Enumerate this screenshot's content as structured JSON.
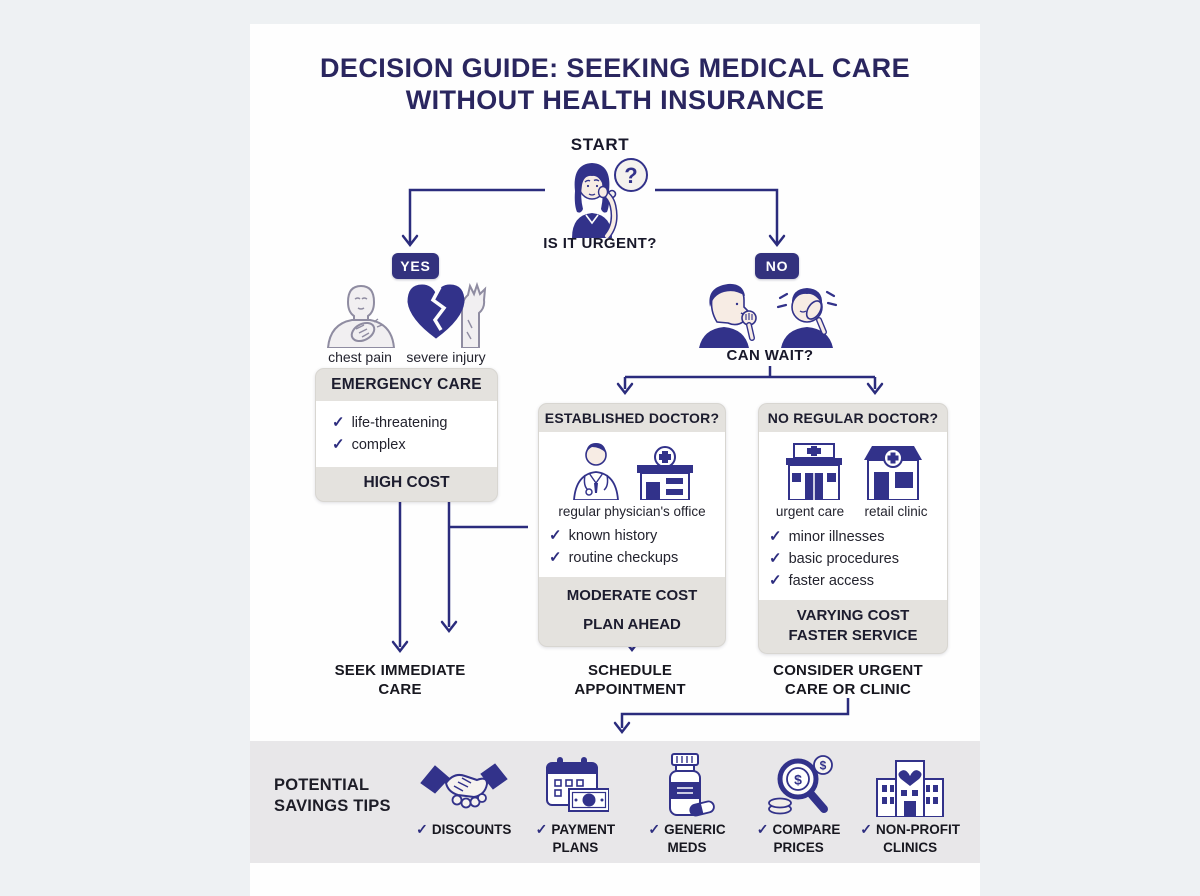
{
  "title": {
    "line1": "DECISION GUIDE: SEEKING MEDICAL CARE",
    "line2": "WITHOUT HEALTH INSURANCE"
  },
  "flow": {
    "start_label": "START",
    "urgent_question": "IS IT URGENT?",
    "yes_badge": "YES",
    "no_badge": "NO",
    "can_wait_question": "CAN WAIT?"
  },
  "yes_branch": {
    "symptoms": [
      {
        "icon": "chest-pain-icon",
        "label": "chest pain"
      },
      {
        "icon": "severe-injury-icon",
        "label": "severe injury"
      }
    ]
  },
  "emergency_card": {
    "header": "EMERGENCY CARE",
    "checks": [
      "life-threatening",
      "complex"
    ],
    "footer": "HIGH COST"
  },
  "established_card": {
    "header": "ESTABLISHED DOCTOR?",
    "icons": [
      "doctor-icon",
      "clinic-building-icon"
    ],
    "caption": "regular physician's office",
    "checks": [
      "known history",
      "routine checkups"
    ],
    "footer_lines": [
      "MODERATE COST",
      "PLAN AHEAD"
    ]
  },
  "no_doctor_card": {
    "header": "NO REGULAR DOCTOR?",
    "icons": [
      "urgent-care-building-icon",
      "retail-clinic-building-icon"
    ],
    "icon_labels": [
      "urgent care",
      "retail clinic"
    ],
    "checks": [
      "minor illnesses",
      "basic procedures",
      "faster access"
    ],
    "footer_lines": [
      "VARYING COST",
      "FASTER SERVICE"
    ]
  },
  "outcomes": {
    "emergency": [
      "SEEK IMMEDIATE",
      "CARE"
    ],
    "established": [
      "SCHEDULE",
      "APPOINTMENT"
    ],
    "no_doctor": [
      "CONSIDER URGENT",
      "CARE OR CLINIC"
    ]
  },
  "savings": {
    "title_lines": [
      "POTENTIAL",
      "SAVINGS TIPS"
    ],
    "items": [
      {
        "icon": "handshake-icon",
        "lines": [
          "DISCOUNTS"
        ]
      },
      {
        "icon": "calendar-money-icon",
        "lines": [
          "PAYMENT",
          "PLANS"
        ]
      },
      {
        "icon": "pill-bottle-icon",
        "lines": [
          "GENERIC",
          "MEDS"
        ]
      },
      {
        "icon": "magnifier-dollar-icon",
        "lines": [
          "COMPARE",
          "PRICES"
        ]
      },
      {
        "icon": "hospital-heart-icon",
        "lines": [
          "NON-PROFIT",
          "CLINICS"
        ]
      }
    ]
  },
  "colors": {
    "navy_line": "#2b2c7d",
    "navy_fill": "#32328a",
    "badge": "#33327e",
    "card_gray": "#e4e2de",
    "bar_gray": "#e8e7e9",
    "title_navy": "#2a265f",
    "page_bg": "#eef1f3"
  }
}
